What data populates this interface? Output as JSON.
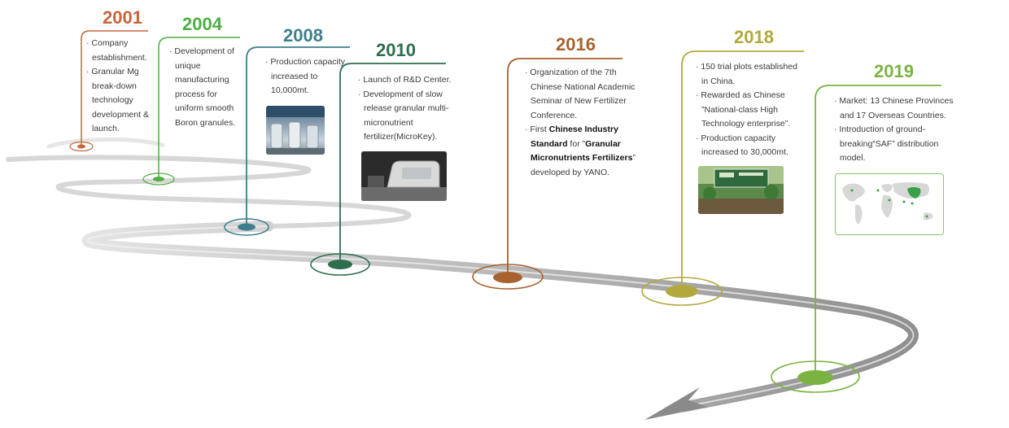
{
  "colors": {
    "y2001": "#c5663c",
    "y2004": "#4fae44",
    "y2008": "#3d7f8c",
    "y2010": "#2e6e4e",
    "y2016": "#a8622f",
    "y2018": "#b2a83d",
    "y2019": "#7bb342",
    "road": "#b5b5b5"
  },
  "milestones": [
    {
      "year": "2001",
      "items": [
        "Company establishment.",
        "Granular Mg break-down technology development & launch."
      ]
    },
    {
      "year": "2004",
      "items": [
        "Development of unique manufacturing process for uniform smooth Boron granules."
      ]
    },
    {
      "year": "2008",
      "items": [
        "Production capacity increased to 10,000mt."
      ]
    },
    {
      "year": "2010",
      "items": [
        "Launch of R&D Center.",
        "Development of slow release granular multi-micronutrient fertilizer(MicroKey)."
      ]
    },
    {
      "year": "2016",
      "item1": "Organization of the 7th Chinese National Academic Seminar of New Fertilizer Conference.",
      "item2": {
        "p1": "First ",
        "p2": "Chinese Industry Standard",
        "p3": " for ”",
        "p4": "Granular Micronutrients Fertilizers",
        "p5": "” developed by YANO."
      }
    },
    {
      "year": "2018",
      "items": [
        "150 trial plots established in China.",
        "Rewarded as Chinese ”National-class High Technology enterprise”.",
        "Production capacity increased to 30,000mt."
      ]
    },
    {
      "year": "2019",
      "items": [
        "Market: 13 Chinese Provinces and 17 Overseas Countries.",
        "Introduction of ground-breaking“SAF” distribution model."
      ]
    }
  ]
}
